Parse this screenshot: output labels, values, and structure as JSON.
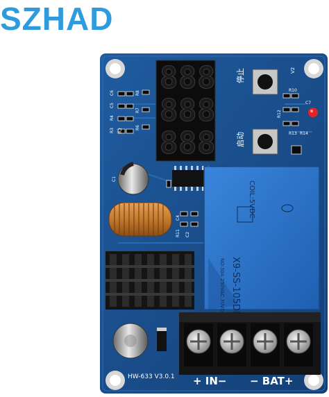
{
  "brand": "SZHAD",
  "board": {
    "model_label": "HW-633 V3.0.1",
    "in_label": "+ IN−",
    "bat_label": "− BAT+",
    "button_stop_label": "停止",
    "button_start_label": "启动",
    "led_label": "V2",
    "relay": {
      "coil_label": "COIL:5VDC",
      "model": "X9-SS-105DM",
      "rating": "NO:30A 250VAC 30VDC"
    },
    "display_digits": [
      "8",
      "8",
      "8",
      "8",
      "8",
      "8",
      "8",
      "8",
      "8"
    ],
    "silk_labels": {
      "c6": "C6",
      "c5": "C5",
      "r4": "R4",
      "r3": "R3",
      "r2": "R2",
      "r8": "R8",
      "r7": "R7",
      "r6": "R6",
      "c1": "C1",
      "c4": "C4",
      "r11": "R11",
      "c2": "C2",
      "r10": "R10",
      "c7": "C7",
      "r12": "R12",
      "r13": "R13",
      "r14": "R14"
    }
  },
  "colors": {
    "pcb": "#1c4f8c",
    "pcb_dark": "#0f2f5c",
    "relay": "#2a73c8",
    "brand": "#2f9bdc",
    "heatsink": "#1a1a1a",
    "inductor": "#c47a2c",
    "led": "#e0242a"
  }
}
